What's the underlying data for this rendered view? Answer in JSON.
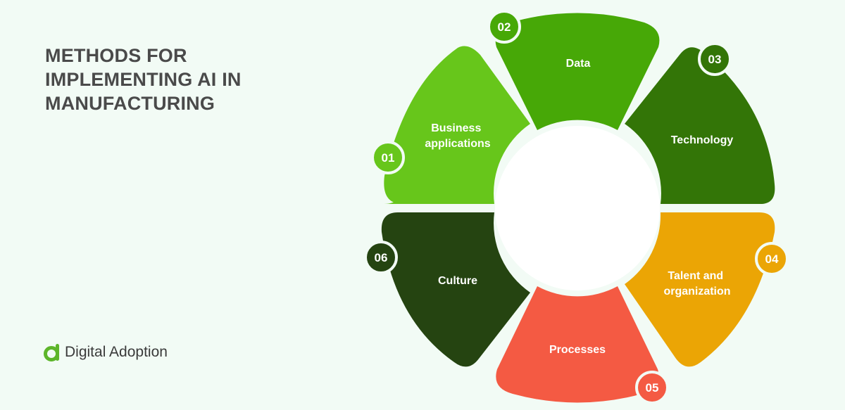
{
  "title_lines": [
    "METHODS FOR",
    "IMPLEMENTING AI IN",
    "MANUFACTURING"
  ],
  "logo": {
    "text": "Digital Adoption",
    "color": "#5db52a"
  },
  "segments": [
    {
      "number": "01",
      "lines": [
        "Business",
        "applications"
      ],
      "color": "#67c61b"
    },
    {
      "number": "02",
      "lines": [
        "Data"
      ],
      "color": "#47a807"
    },
    {
      "number": "03",
      "lines": [
        "Technology"
      ],
      "color": "#337507"
    },
    {
      "number": "04",
      "lines": [
        "Talent and",
        "organization"
      ],
      "color": "#eba505"
    },
    {
      "number": "05",
      "lines": [
        "Processes"
      ],
      "color": "#f45a43"
    },
    {
      "number": "06",
      "lines": [
        "Culture"
      ],
      "color": "#254411"
    }
  ]
}
